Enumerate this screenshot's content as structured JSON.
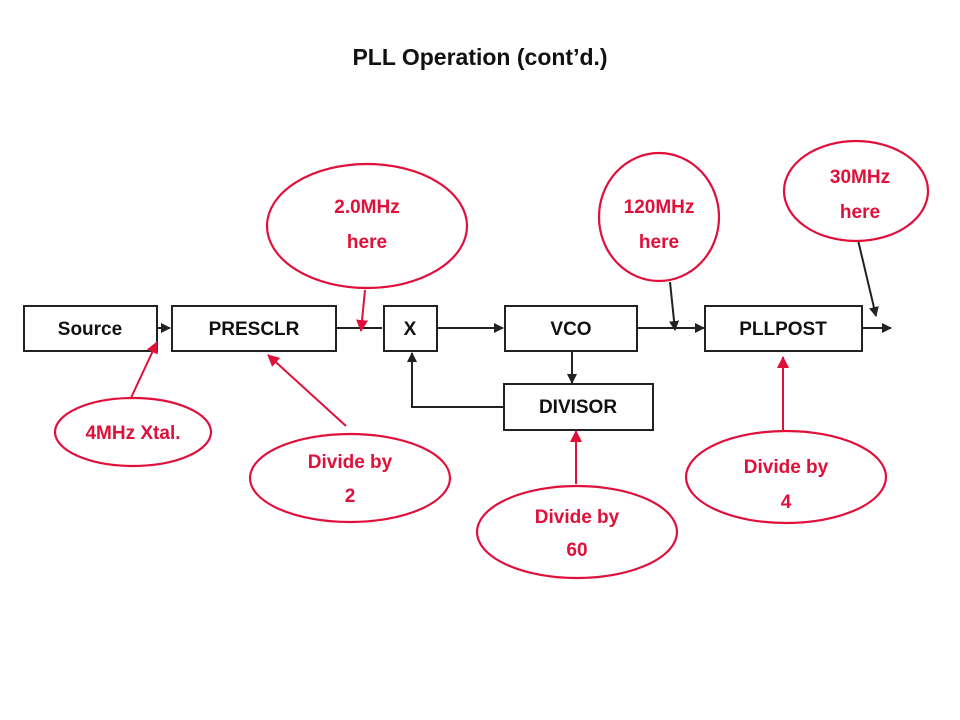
{
  "title": "PLL Operation (cont’d.)",
  "colors": {
    "block_stroke": "#222222",
    "flow_arrow": "#222222",
    "callout": "#e0103a",
    "text": "#111111"
  },
  "blocks": {
    "source": "Source",
    "presclr": "PRESCLR",
    "multiplier": "X",
    "vco": "VCO",
    "pllpost": "PLLPOST",
    "divisor": "DIVISOR"
  },
  "callouts": {
    "xtal": [
      "4MHz Xtal."
    ],
    "presclr_div": [
      "Divide by",
      "2"
    ],
    "freq_2mhz": [
      "2.0MHz",
      "here"
    ],
    "divisor_div": [
      "Divide by",
      "60"
    ],
    "freq_120mhz": [
      "120MHz",
      "here"
    ],
    "pllpost_div": [
      "Divide by",
      "4"
    ],
    "freq_30mhz": [
      "30MHz",
      "here"
    ]
  }
}
